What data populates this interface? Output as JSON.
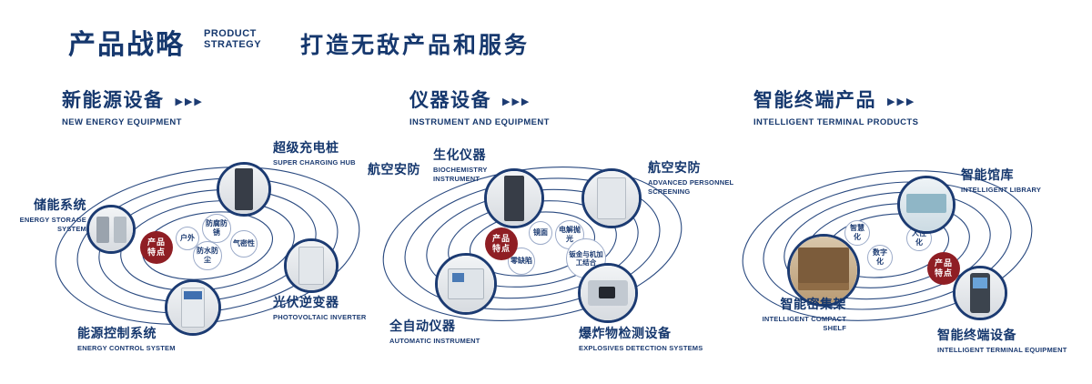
{
  "page": {
    "background": "#ffffff",
    "navy": "#16386e",
    "red": "#8f1e24"
  },
  "header": {
    "title": "产品战略",
    "subtitle_top": "PRODUCT",
    "subtitle_bottom": "STRATEGY",
    "tagline": "打造无敌产品和服务"
  },
  "sections": [
    {
      "title": "新能源设备",
      "subtitle": "NEW ENERGY EQUIPMENT",
      "arrows": "▶▶▶",
      "center_badge": {
        "line1": "产品",
        "line2": "特点"
      },
      "features": [
        "户外",
        "防腐防锈",
        "气密性",
        "防水防尘"
      ],
      "products": [
        {
          "name": "储能系统",
          "en": "ENERGY STORAGE SYSTEM"
        },
        {
          "name": "超级充电桩",
          "en": "SUPER CHARGING HUB"
        },
        {
          "name": "光伏逆变器",
          "en": "PHOTOVOLTAIC INVERTER"
        },
        {
          "name": "能源控制系统",
          "en": "ENERGY CONTROL SYSTEM"
        }
      ]
    },
    {
      "title": "仪器设备",
      "subtitle": "INSTRUMENT AND EQUIPMENT",
      "arrows": "▶▶▶",
      "side_label": "航空安防",
      "center_badge": {
        "line1": "产品",
        "line2": "特点"
      },
      "features": [
        "镜面",
        "电解抛光",
        "钣金与机加工结合",
        "零缺陷"
      ],
      "products": [
        {
          "name": "生化仪器",
          "en": "BIOCHEMISTRY INSTRUMENT"
        },
        {
          "name": "航空安防",
          "en": "ADVANCED PERSONNEL SCREENING"
        },
        {
          "name": "全自动仪器",
          "en": "AUTOMATIC INSTRUMENT"
        },
        {
          "name": "爆炸物检测设备",
          "en": "EXPLOSIVES DETECTION SYSTEMS"
        }
      ]
    },
    {
      "title": "智能终端产品",
      "subtitle": "INTELLIGENT TERMINAL PRODUCTS",
      "arrows": "▶▶▶",
      "center_badge": {
        "line1": "产品",
        "line2": "特点"
      },
      "features": [
        "智慧化",
        "人性化",
        "数字化"
      ],
      "products": [
        {
          "name": "智能馆库",
          "en": "INTELLIGENT LIBRARY"
        },
        {
          "name": "智能密集架",
          "en": "INTELLIGENT COMPACT SHELF"
        },
        {
          "name": "智能终端设备",
          "en": "INTELLIGENT TERMINAL EQUIPMENT"
        }
      ]
    }
  ]
}
